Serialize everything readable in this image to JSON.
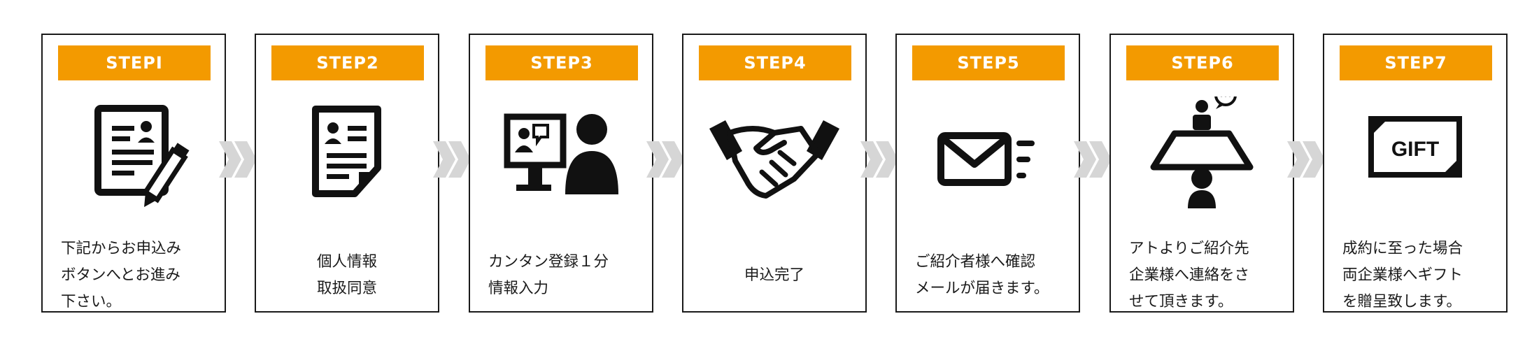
{
  "accent_color": "#f39a00",
  "arrow_color": "#d6d6d6",
  "steps": [
    {
      "label": "STEPⅠ",
      "icon": "application-form-pen-icon",
      "lines": [
        "下記からお申込み",
        "ボタンへとお進み",
        "下さい。"
      ],
      "align": "left"
    },
    {
      "label": "STEP2",
      "icon": "personal-info-document-icon",
      "lines": [
        "個人情報",
        "取扱同意"
      ],
      "align": "center"
    },
    {
      "label": "STEP3",
      "icon": "online-registration-person-icon",
      "lines": [
        "カンタン登録１分",
        "情報入力"
      ],
      "align": "left"
    },
    {
      "label": "STEP4",
      "icon": "handshake-icon",
      "lines": [
        "申込完了"
      ],
      "align": "center"
    },
    {
      "label": "STEP5",
      "icon": "mail-sending-icon",
      "lines": [
        "ご紹介者様へ確認",
        "メールが届きます。"
      ],
      "align": "left"
    },
    {
      "label": "STEP6",
      "icon": "meeting-table-icon",
      "lines": [
        "アトよりご紹介先",
        "企業様へ連絡をさ",
        "せて頂きます。"
      ],
      "align": "left"
    },
    {
      "label": "STEP7",
      "icon": "gift-card-icon",
      "icon_text": "GIFT",
      "lines": [
        "成約に至った場合",
        "両企業様へギフト",
        "を贈呈致します。"
      ],
      "align": "left"
    }
  ]
}
